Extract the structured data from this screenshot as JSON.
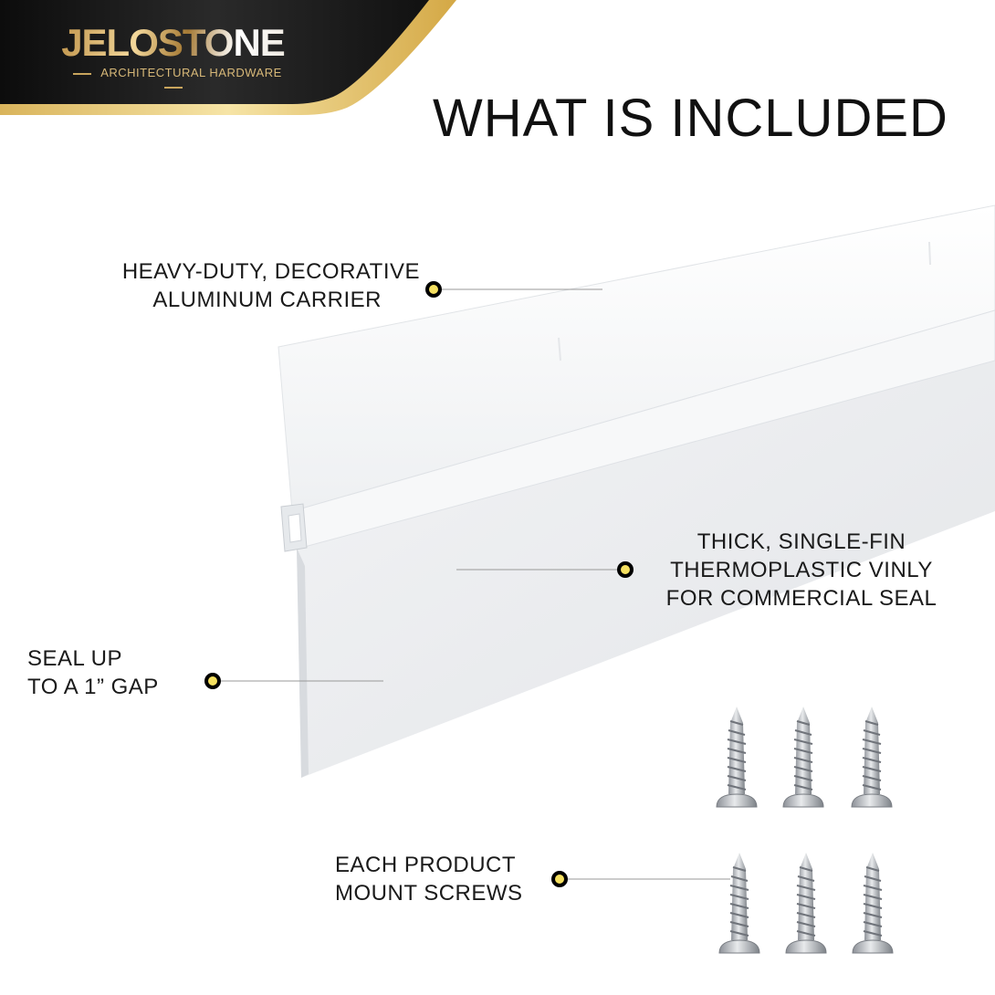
{
  "brand": {
    "name": "JELOSTONE",
    "tagline": "ARCHITECTURAL HARDWARE",
    "gold": "#e6c46a",
    "dark": "#151515"
  },
  "title": "WHAT IS INCLUDED",
  "callouts": [
    {
      "lines": [
        "HEAVY-DUTY, DECORATIVE",
        "ALUMINUM CARRIER"
      ]
    },
    {
      "lines": [
        "THICK, SINGLE-FIN",
        "THERMOPLASTIC VINLY",
        "FOR COMMERCIAL SEAL"
      ]
    },
    {
      "lines": [
        "SEAL UP",
        "TO A 1” GAP"
      ]
    },
    {
      "lines": [
        "EACH PRODUCT",
        "MOUNT SCREWS"
      ]
    }
  ],
  "marker_color": "#f5e060",
  "screw_count": 6
}
